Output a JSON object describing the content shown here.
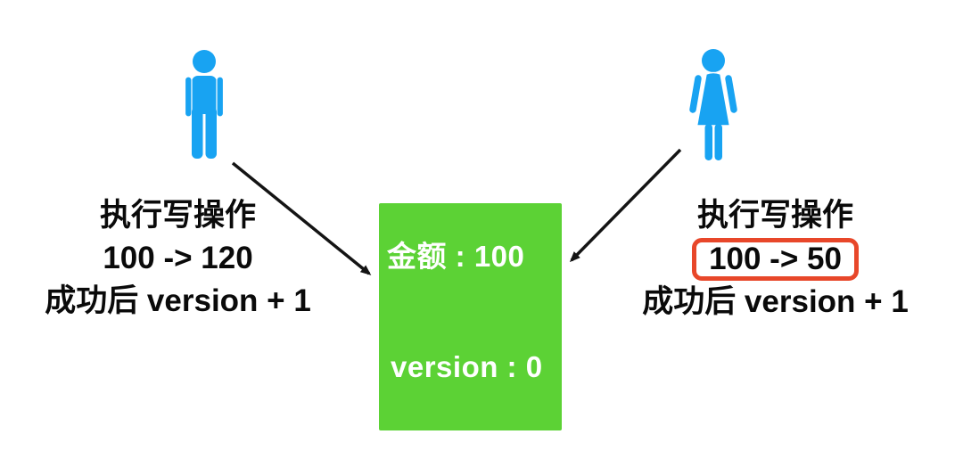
{
  "colors": {
    "person_blue": "#18a3f2",
    "record_green": "#5cd235",
    "highlight_red": "#e8472a",
    "text_black": "#0a0a0a",
    "record_text_white": "#ffffff",
    "arrow_black": "#141414",
    "background": "#ffffff"
  },
  "left_note": {
    "line1": "执行写操作",
    "line2": "100 -> 120",
    "line3": "成功后 version + 1"
  },
  "right_note": {
    "line1": "执行写操作",
    "line2": "100 -> 50",
    "line3": "成功后 version + 1"
  },
  "record_box": {
    "amount": "金额 : 100",
    "version": "version : 0"
  }
}
